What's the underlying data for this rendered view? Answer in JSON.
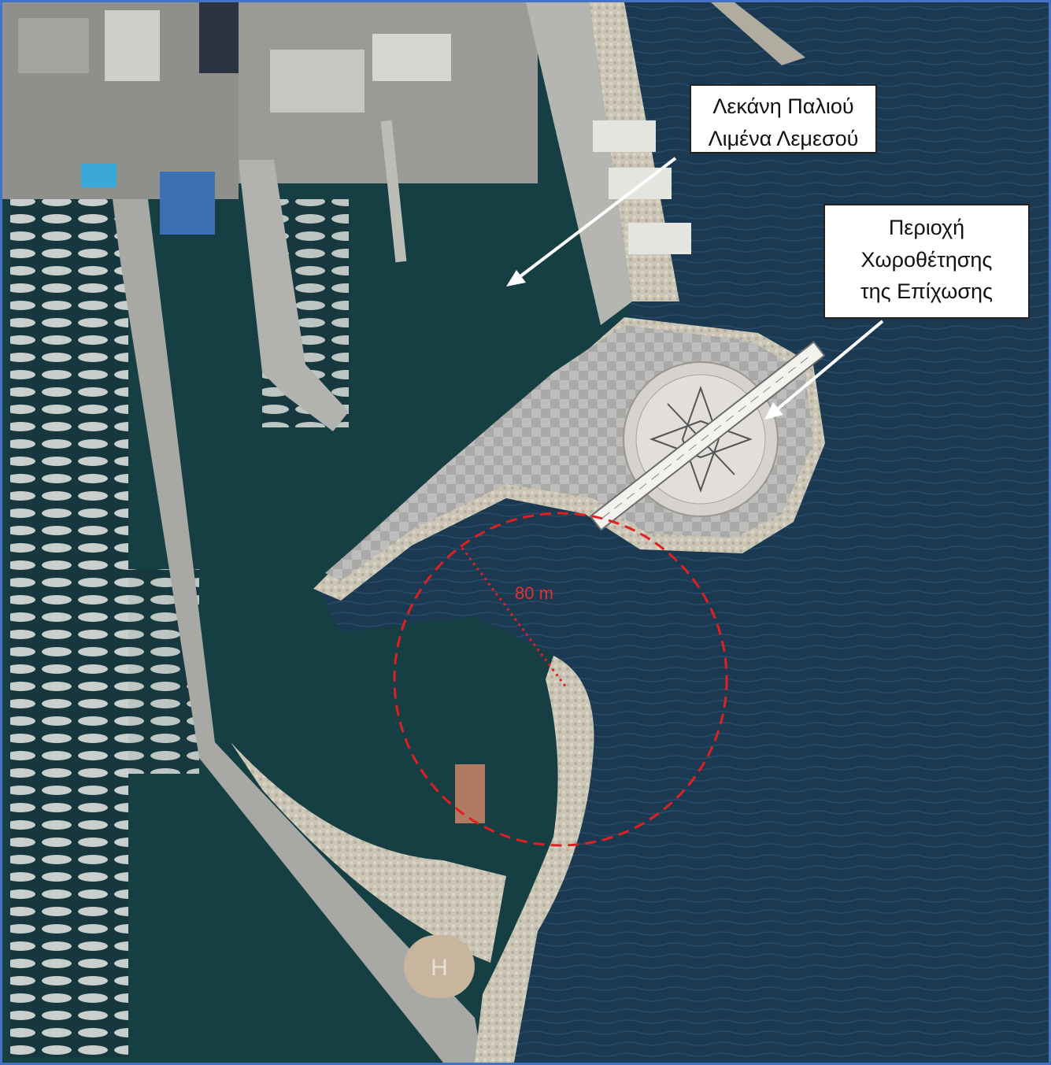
{
  "labels": {
    "basin": "Λεκάνη Παλιού\nΛιμένα Λεμεσού",
    "site": "Περιοχή\nΧωροθέτησης\nτης Επίχωσης",
    "radius": "80 m"
  },
  "colors": {
    "frame": "#4472c4",
    "sea": "#1b3a52",
    "harbour_water": "#163f44",
    "quay": "#b8b8b4",
    "breakwater": "#c9c3b4",
    "radius_circle": "#e02020",
    "arrow": "#ffffff"
  },
  "icons": [
    "helipad-icon",
    "pier-gangway-icon"
  ]
}
